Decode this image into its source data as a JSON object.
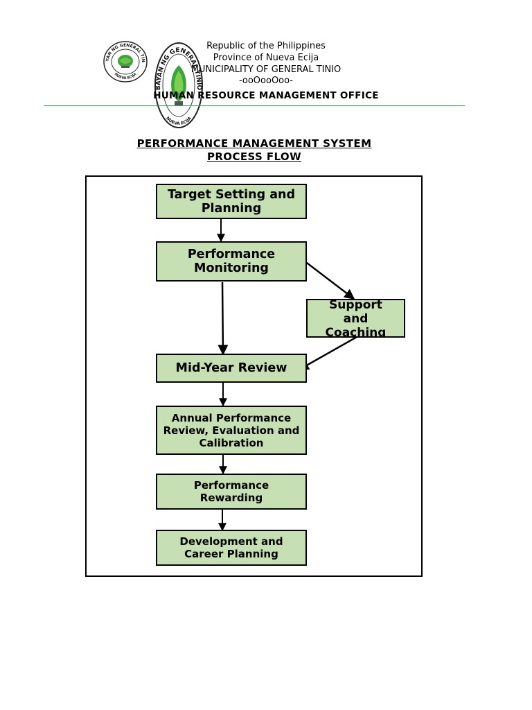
{
  "header": {
    "line1": "Republic of the Philippines",
    "line2": "Province of Nueva Ecija",
    "line3": "MUNICIPALITY OF GENERAL TINIO",
    "line4": "-ooOooOoo-",
    "office": "HUMAN RESOURCE MANAGEMENT OFFICE"
  },
  "title": {
    "line1": "PERFORMANCE MANAGEMENT SYSTEM",
    "line2": "PROCESS FLOW"
  },
  "seals": [
    {
      "text": "BAYAN NG GENERAL TINIO",
      "bottom": "NUEVA ECIJA"
    },
    {
      "text": "BAYAN NG GENERAL TINIO",
      "bottom": "NUEVA ECIJA"
    }
  ],
  "steps": {
    "target": "Target Setting and Planning",
    "monitoring": "Performance Monitoring",
    "support": "Support and Coaching",
    "midyear": "Mid-Year Review",
    "annual": "Annual Performance Review, Evaluation and Calibration",
    "rewarding": "Performance Rewarding",
    "development": "Development and Career Planning"
  },
  "colors": {
    "box_fill": "#c6e0b4",
    "rule": "#2fae5a",
    "seal_green": "#3aa63a"
  }
}
